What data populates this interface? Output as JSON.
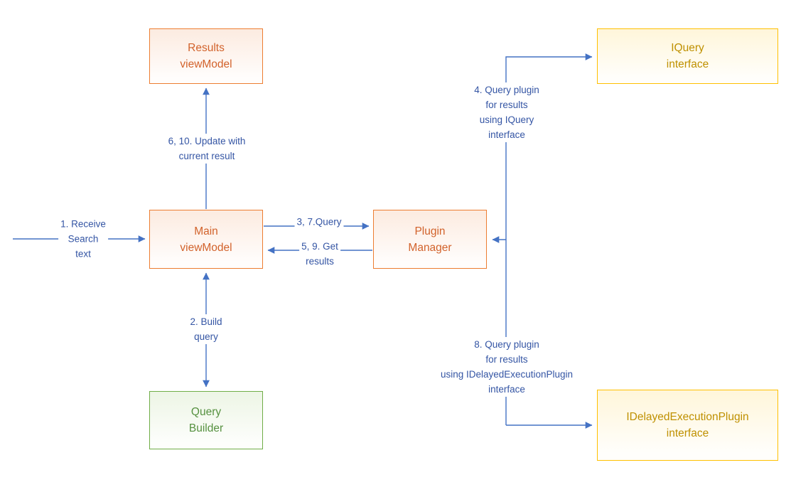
{
  "diagram": {
    "boxes": {
      "results_viewmodel": {
        "label": "Results\nviewModel"
      },
      "iquery_interface": {
        "label": "IQuery\ninterface"
      },
      "main_viewmodel": {
        "label": "Main\nviewModel"
      },
      "plugin_manager": {
        "label": "Plugin\nManager"
      },
      "query_builder": {
        "label": "Query\nBuilder"
      },
      "idelayedexecutionplugin_interface": {
        "label": "IDelayedExecutionPlugin\ninterface"
      }
    },
    "arrow_labels": {
      "receive_search_text": "1. Receive\nSearch\ntext",
      "build_query": "2. Build\nquery",
      "query": "3, 7.Query",
      "get_results": "5, 9. Get\nresults",
      "update_with_current_result": "6, 10. Update with\ncurrent result",
      "query_plugin_iquery": "4. Query plugin\nfor results\nusing IQuery\ninterface",
      "query_plugin_idelayed": "8. Query plugin\nfor results\nusing IDelayedExecutionPlugin\ninterface"
    },
    "colors": {
      "orange_border": "#ED7D31",
      "orange_text": "#D2622B",
      "gold_border": "#FFC000",
      "gold_text": "#BF9000",
      "green_border": "#70AD47",
      "green_text": "#569140",
      "connector_blue": "#4472C4",
      "label_text_blue": "#3455A4",
      "background": "#FFFFFF"
    }
  }
}
